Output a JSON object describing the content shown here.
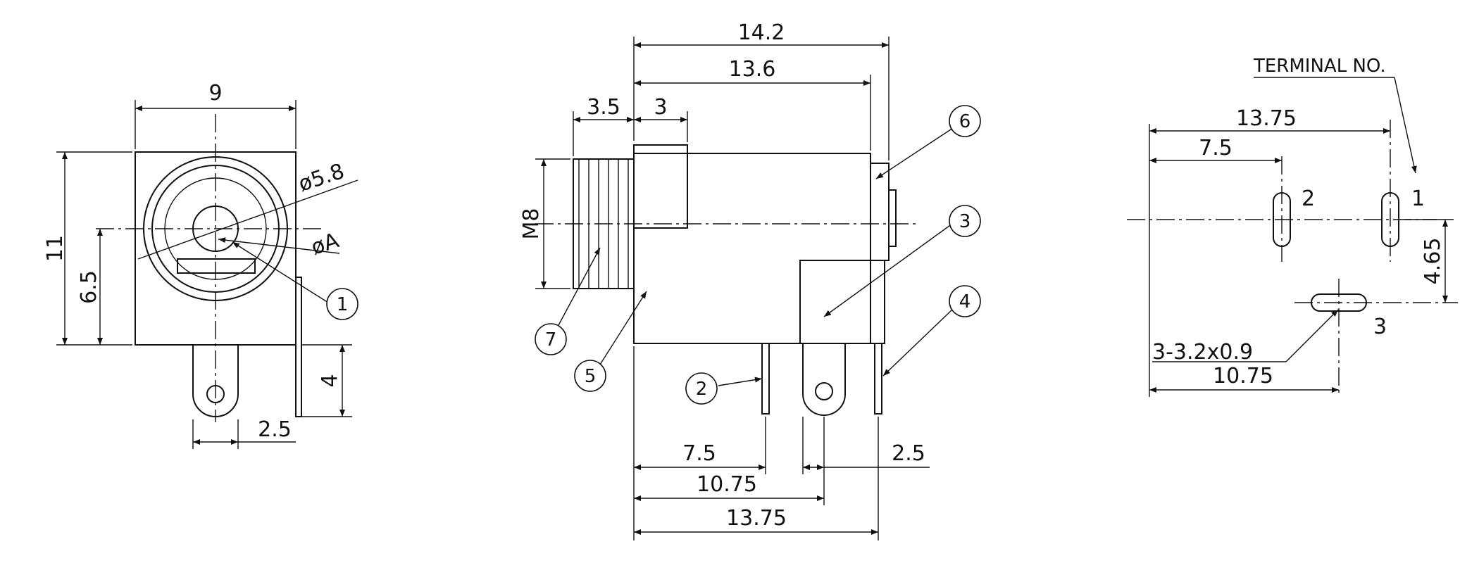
{
  "front_view": {
    "width": "9",
    "height": "11",
    "center_height": "6.5",
    "hole_dia": "ø5.8",
    "pin_dia": "øA",
    "pin_length": "4",
    "pin_offset": "2.5",
    "balloon_1": "1"
  },
  "side_view": {
    "overall_length": "14.2",
    "body_length": "13.6",
    "thread_length": "3.5",
    "collar_length": "3",
    "thread_spec": "M8",
    "term2_pos": "7.5",
    "term3_pos": "10.75",
    "term1_pos": "13.75",
    "term_spacing": "2.5",
    "balloons": [
      "2",
      "3",
      "4",
      "5",
      "6",
      "7"
    ]
  },
  "footprint": {
    "heading": "TERMINAL NO.",
    "span_total": "13.75",
    "span_2": "7.5",
    "span_3": "10.75",
    "row_offset": "4.65",
    "slot_spec": "3-3.2x0.9",
    "terminal_labels": [
      "1",
      "2",
      "3"
    ]
  }
}
